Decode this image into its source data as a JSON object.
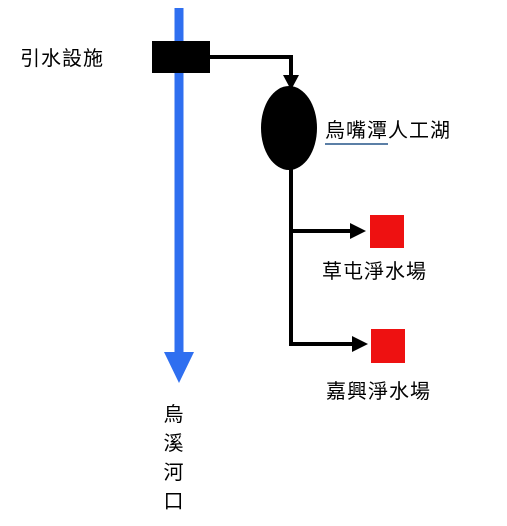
{
  "labels": {
    "intake": "引水設施",
    "lake_prefix": "烏嘴潭",
    "lake_suffix": "人工湖",
    "plant1": "草屯淨水場",
    "plant2": "嘉興淨水場",
    "river": "烏溪河口"
  },
  "colors": {
    "river": "#2f6ff0",
    "structure": "#000000",
    "plant": "#ee1111"
  }
}
